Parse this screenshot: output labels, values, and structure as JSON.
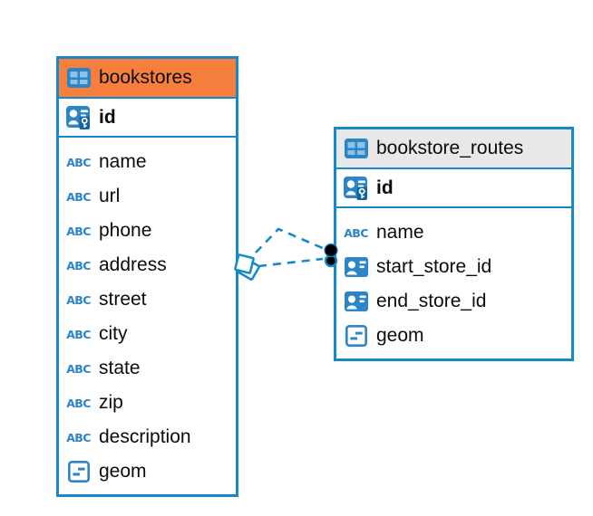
{
  "diagram": {
    "tables": [
      {
        "name": "bookstores",
        "header_color": "#F77F3E",
        "icon": "table-icon",
        "primary_key": {
          "name": "id",
          "icon": "primary-key-icon"
        },
        "fields": [
          {
            "name": "name",
            "icon": "text-icon"
          },
          {
            "name": "url",
            "icon": "text-icon"
          },
          {
            "name": "phone",
            "icon": "text-icon"
          },
          {
            "name": "address",
            "icon": "text-icon"
          },
          {
            "name": "street",
            "icon": "text-icon"
          },
          {
            "name": "city",
            "icon": "text-icon"
          },
          {
            "name": "state",
            "icon": "text-icon"
          },
          {
            "name": "zip",
            "icon": "text-icon"
          },
          {
            "name": "description",
            "icon": "text-icon"
          },
          {
            "name": "geom",
            "icon": "geometry-icon"
          }
        ]
      },
      {
        "name": "bookstore_routes",
        "header_color": "#E9E8E8",
        "icon": "table-icon",
        "primary_key": {
          "name": "id",
          "icon": "primary-key-icon"
        },
        "fields": [
          {
            "name": "name",
            "icon": "text-icon"
          },
          {
            "name": "start_store_id",
            "icon": "foreign-key-icon"
          },
          {
            "name": "end_store_id",
            "icon": "foreign-key-icon"
          },
          {
            "name": "geom",
            "icon": "geometry-icon"
          }
        ]
      }
    ],
    "relations": [
      {
        "from_table": "bookstore_routes",
        "to_table": "bookstores",
        "line_style": "dashed",
        "source_marker": "diamond",
        "target_marker": "dot"
      },
      {
        "from_table": "bookstore_routes",
        "to_table": "bookstores",
        "line_style": "dashed",
        "source_marker": "diamond",
        "target_marker": "dot"
      }
    ],
    "icons": {
      "text_glyph": "ABC"
    },
    "colors": {
      "table_border": "#1689CB",
      "relation_line": "#1689CB",
      "icon_blue": "#2C85C7",
      "bookstores_header": "#F77F3E",
      "routes_header": "#E9E8E8",
      "text": "#0B0B0B"
    }
  }
}
